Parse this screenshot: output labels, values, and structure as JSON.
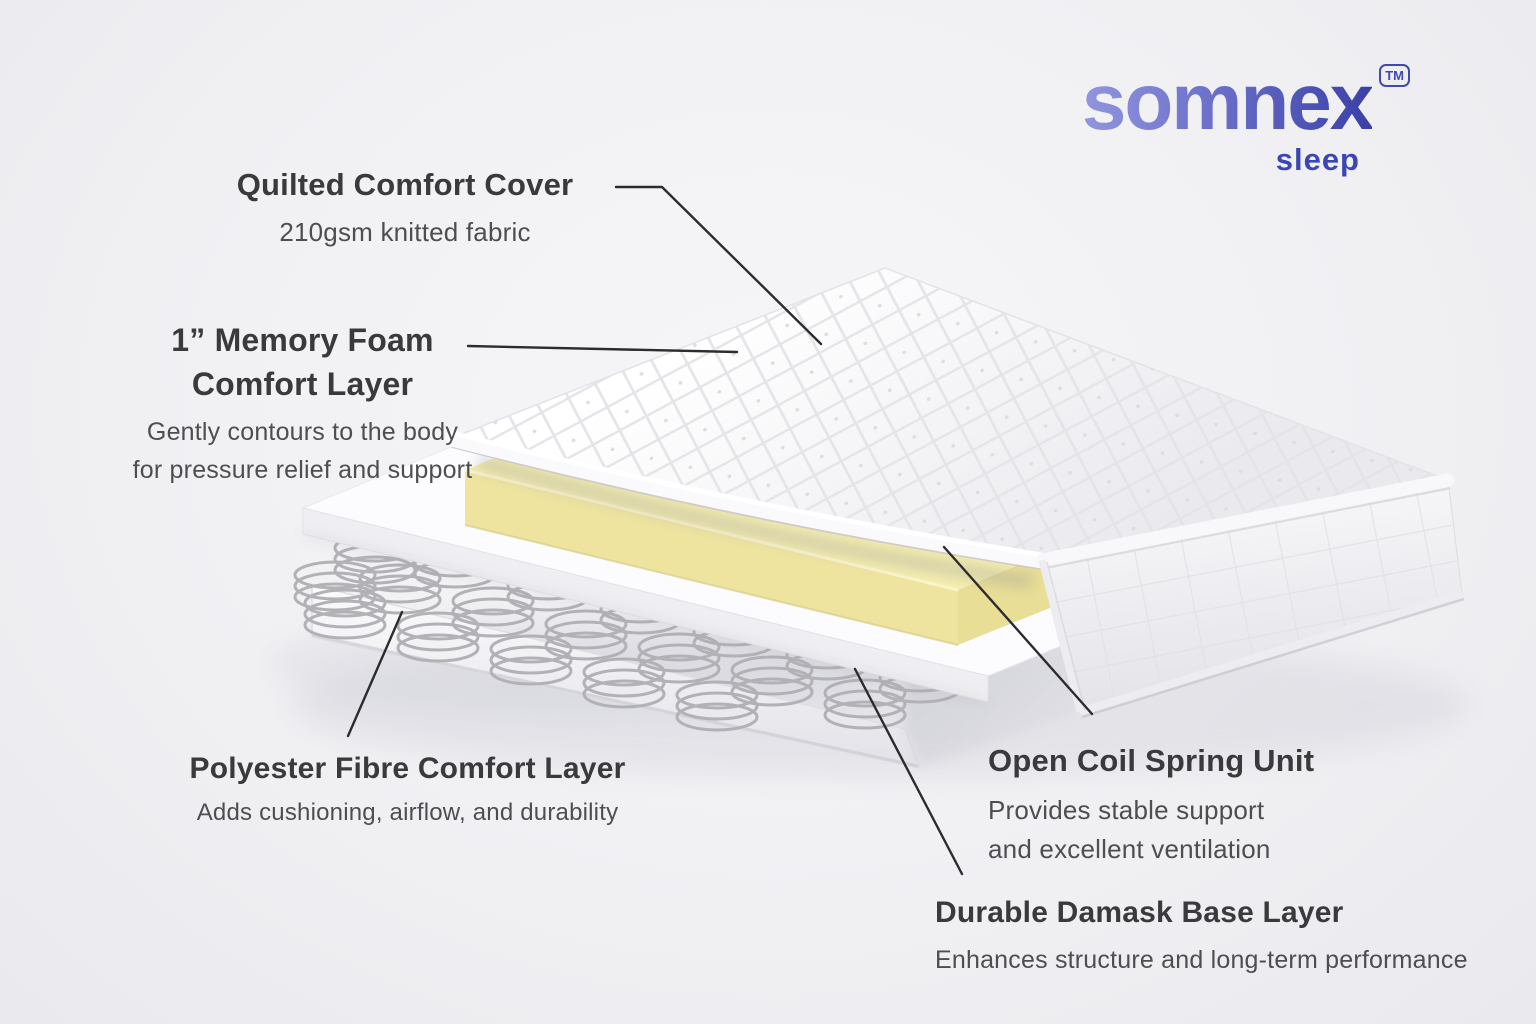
{
  "page": {
    "background": "#f0f0f3"
  },
  "logo": {
    "brand": "somnex",
    "trademark": "TM",
    "tagline": "sleep",
    "gradient_start": "#9296de",
    "gradient_end": "#3a40a6",
    "tagline_color": "#3a47b2"
  },
  "callouts": {
    "cover": {
      "title": "Quilted Comfort Cover",
      "desc": "210gsm knitted fabric"
    },
    "foam": {
      "title1": "1” Memory Foam",
      "title2": "Comfort Layer",
      "desc1": "Gently contours to the body",
      "desc2": "for pressure relief and support"
    },
    "fibre": {
      "title": "Polyester Fibre Comfort Layer",
      "desc": "Adds cushioning, airflow, and durability"
    },
    "spring": {
      "title": "Open Coil Spring Unit",
      "desc1": "Provides stable support",
      "desc2": "and excellent ventilation"
    },
    "base": {
      "title": "Durable Damask Base Layer",
      "desc": "Enhances structure and long-term performance"
    }
  },
  "illustration": {
    "subject": "mattress-cutaway",
    "layers": [
      "quilted cover",
      "memory foam",
      "polyester fibre pad",
      "open coil springs",
      "damask base"
    ],
    "foam_color": "#f5eeae",
    "spring_color": "#b2b2b6",
    "fabric_color": "#fafafc",
    "leader_line_color": "#2c2c2e",
    "text_color": "#3a3a3c"
  }
}
